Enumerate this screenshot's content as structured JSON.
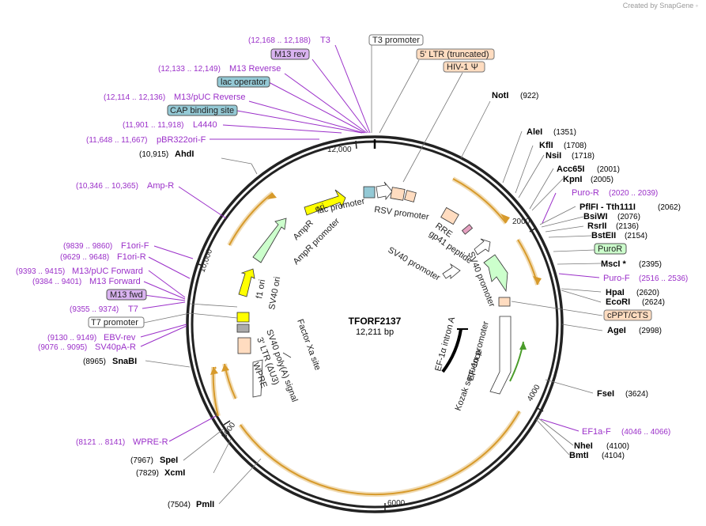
{
  "credit": "Created by SnapGene",
  "plasmid": {
    "name": "TFORF2137",
    "length": "12,211 bp"
  },
  "ticks": [
    "2000",
    "4000",
    "6000",
    "8000",
    "10,000",
    "12,000"
  ],
  "top_labels": {
    "t3_pos": "(12,168 .. 12,188)",
    "t3_name": "T3",
    "t3_promoter": "T3 promoter",
    "m13rev": "M13 rev",
    "ltr5": "5' LTR (truncated)",
    "m13reverse_pos": "(12,133 .. 12,149)",
    "m13reverse_name": "M13 Reverse",
    "hiv": "HIV-1 Ψ",
    "lacop": "lac operator",
    "m13puc_rev_pos": "(12,114 .. 12,136)",
    "m13puc_rev_name": "M13/pUC Reverse",
    "cap": "CAP binding site",
    "l4440_pos": "(11,901 .. 11,918)",
    "l4440_name": "L4440",
    "pbr_pos": "(11,648 .. 11,667)",
    "pbr_name": "pBR322ori-F"
  },
  "left_labels": {
    "ahdi_pos": "(10,915)",
    "ahdi_name": "AhdI",
    "ampr_pos": "(10,346 .. 10,365)",
    "ampr_name": "Amp-R",
    "f1orif_pos": "(9839 .. 9860)",
    "f1orif_name": "F1ori-F",
    "f1orir_pos": "(9629 .. 9648)",
    "f1orir_name": "F1ori-R",
    "m13puc_fwd_pos": "(9393 .. 9415)",
    "m13puc_fwd_name": "M13/pUC Forward",
    "m13forward_pos": "(9384 .. 9401)",
    "m13forward_name": "M13 Forward",
    "m13fwd": "M13 fwd",
    "t7_pos": "(9355 .. 9374)",
    "t7_name": "T7",
    "t7_promoter": "T7 promoter",
    "ebv_pos": "(9130 .. 9149)",
    "ebv_name": "EBV-rev",
    "sv40pa_pos": "(9076 .. 9095)",
    "sv40pa_name": "SV40pA-R",
    "snabi_pos": "(8965)",
    "snabi_name": "SnaBI",
    "wprer_pos": "(8121 .. 8141)",
    "wprer_name": "WPRE-R",
    "spei_pos": "(7967)",
    "spei_name": "SpeI",
    "xcmi_pos": "(7829)",
    "xcmi_name": "XcmI",
    "pmli_pos": "(7504)",
    "pmli_name": "PmlI"
  },
  "right_labels": {
    "noti_name": "NotI",
    "noti_pos": "(922)",
    "alei_name": "AleI",
    "alei_pos": "(1351)",
    "kfli_name": "KflI",
    "kfli_pos": "(1708)",
    "nsii_name": "NsiI",
    "nsii_pos": "(1718)",
    "acc65i_name": "Acc65I",
    "acc65i_pos": "(2001)",
    "kpni_name": "KpnI",
    "kpni_pos": "(2005)",
    "puror_name": "Puro-R",
    "puror_pos": "(2020 .. 2039)",
    "pflfi_name": "PflFI - Tth111I",
    "pflfi_pos": "(2062)",
    "bsiwi_name": "BsiWI",
    "bsiwi_pos": "(2076)",
    "rsrii_name": "RsrII",
    "rsrii_pos": "(2136)",
    "bsteii_name": "BstEII",
    "bsteii_pos": "(2154)",
    "puror_box": "PuroR",
    "msci_name": "MscI *",
    "msci_pos": "(2395)",
    "purof_name": "Puro-F",
    "purof_pos": "(2516 .. 2536)",
    "hpai_name": "HpaI",
    "hpai_pos": "(2620)",
    "ecori_name": "EcoRI",
    "ecori_pos": "(2624)",
    "cppt": "cPPT/CTS",
    "agei_name": "AgeI",
    "agei_pos": "(2998)",
    "fsei_name": "FseI",
    "fsei_pos": "(3624)",
    "ef1af_name": "EF1a-F",
    "ef1af_pos": "(4046 .. 4066)",
    "nhei_name": "NheI",
    "nhei_pos": "(4100)",
    "bmti_name": "BmtI",
    "bmti_pos": "(4104)"
  },
  "inner_labels": {
    "lac_promoter": "lac promoter",
    "rsv_promoter": "RSV promoter",
    "rre": "RRE",
    "gp41": "gp41 peptide",
    "ori": "ori",
    "ampr": "AmpR",
    "ampr_promoter": "AmpR promoter",
    "f1ori": "f1 ori",
    "sv40ori": "SV40 ori",
    "sv40_promoter_a": "SV40 promoter",
    "sv40_promoter_b": "SV40 promoter",
    "sv40_polya": "SV40 poly(A) signal",
    "ltr3": "3' LTR (ΔU3)",
    "factor_xa": "Factor Xa site",
    "wpre": "WPRE",
    "ef1a_intron": "EF-1α intron A",
    "ef1a_promoter": "EF-1α promoter",
    "kozak": "Kozak sequence"
  },
  "colors": {
    "primer": "#9b30c9",
    "promoter_box": "#ffffff",
    "orf_gold": "#d79a2b",
    "ampr_fill": "#ccffcc",
    "ori_fill": "#ffff00",
    "ltr_fill": "#ffdcc0",
    "cap_fill": "#94c9d5",
    "m13_fill": "#d9b3f0"
  }
}
